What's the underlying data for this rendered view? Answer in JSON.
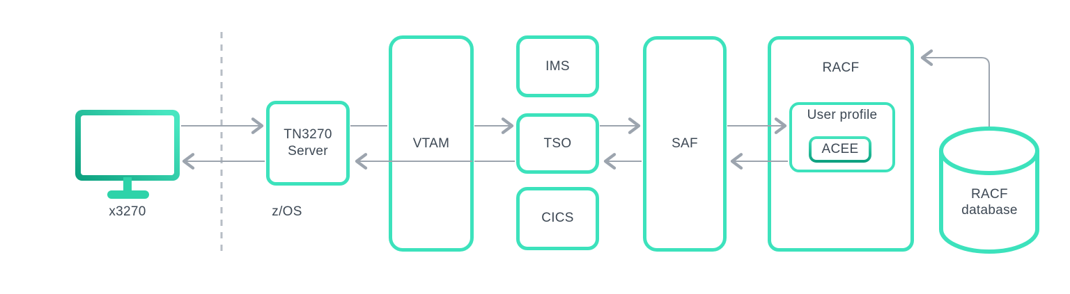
{
  "colors": {
    "background": "#ffffff",
    "box_border": "#3ce2bc",
    "gradient_dark": "#0b9e7d",
    "gradient_light": "#47e6c0",
    "monitor_stand": "#2ed3a9",
    "text": "#3d4854",
    "arrow": "#9ca4ae",
    "dashed_line": "#b7bdc5"
  },
  "labels": {
    "client": "x3270",
    "zone": "z/OS",
    "tn3270": "TN3270\nServer",
    "vtam": "VTAM",
    "ims": "IMS",
    "tso": "TSO",
    "cics": "CICS",
    "saf": "SAF",
    "racf": "RACF",
    "user_profile": "User profile",
    "acee": "ACEE",
    "database": "RACF\ndatabase"
  },
  "icons": {
    "client": "monitor-icon",
    "database": "database-cylinder-icon"
  },
  "connections": [
    {
      "from": "x3270",
      "to": "tn3270"
    },
    {
      "from": "tn3270",
      "to": "x3270"
    },
    {
      "from": "tn3270",
      "to": "vtam"
    },
    {
      "from": "vtam",
      "to": "tn3270"
    },
    {
      "from": "vtam",
      "to": "tso"
    },
    {
      "from": "tso",
      "to": "vtam"
    },
    {
      "from": "tso",
      "to": "saf"
    },
    {
      "from": "saf",
      "to": "tso"
    },
    {
      "from": "saf",
      "to": "user_profile"
    },
    {
      "from": "user_profile",
      "to": "saf"
    },
    {
      "from": "racf_database",
      "to": "racf"
    }
  ]
}
